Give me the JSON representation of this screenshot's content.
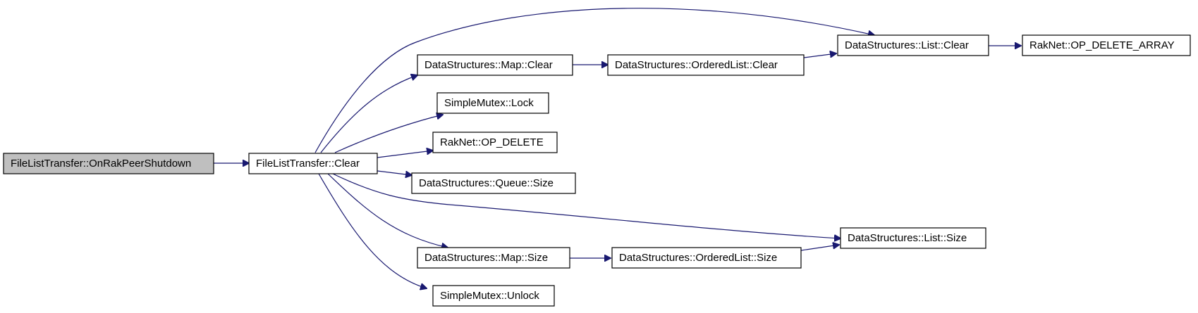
{
  "diagram": {
    "nodes": [
      {
        "id": "root",
        "label": "FileListTransfer::OnRakPeerShutdown",
        "highlight": true
      },
      {
        "id": "clear",
        "label": "FileListTransfer::Clear"
      },
      {
        "id": "map_clear",
        "label": "DataStructures::Map::Clear"
      },
      {
        "id": "ol_clear",
        "label": "DataStructures::OrderedList::Clear"
      },
      {
        "id": "list_clear",
        "label": "DataStructures::List::Clear"
      },
      {
        "id": "op_delete_array",
        "label": "RakNet::OP_DELETE_ARRAY"
      },
      {
        "id": "mutex_lock",
        "label": "SimpleMutex::Lock"
      },
      {
        "id": "op_delete",
        "label": "RakNet::OP_DELETE"
      },
      {
        "id": "queue_size",
        "label": "DataStructures::Queue::Size"
      },
      {
        "id": "list_size",
        "label": "DataStructures::List::Size"
      },
      {
        "id": "map_size",
        "label": "DataStructures::Map::Size"
      },
      {
        "id": "ol_size",
        "label": "DataStructures::OrderedList::Size"
      },
      {
        "id": "mutex_unlock",
        "label": "SimpleMutex::Unlock"
      }
    ],
    "edges": [
      {
        "from": "root",
        "to": "clear"
      },
      {
        "from": "clear",
        "to": "list_clear"
      },
      {
        "from": "clear",
        "to": "map_clear"
      },
      {
        "from": "clear",
        "to": "mutex_lock"
      },
      {
        "from": "clear",
        "to": "op_delete"
      },
      {
        "from": "clear",
        "to": "queue_size"
      },
      {
        "from": "clear",
        "to": "list_size"
      },
      {
        "from": "clear",
        "to": "map_size"
      },
      {
        "from": "clear",
        "to": "mutex_unlock"
      },
      {
        "from": "map_clear",
        "to": "ol_clear"
      },
      {
        "from": "ol_clear",
        "to": "list_clear"
      },
      {
        "from": "list_clear",
        "to": "op_delete_array"
      },
      {
        "from": "map_size",
        "to": "ol_size"
      },
      {
        "from": "ol_size",
        "to": "list_size"
      }
    ]
  }
}
